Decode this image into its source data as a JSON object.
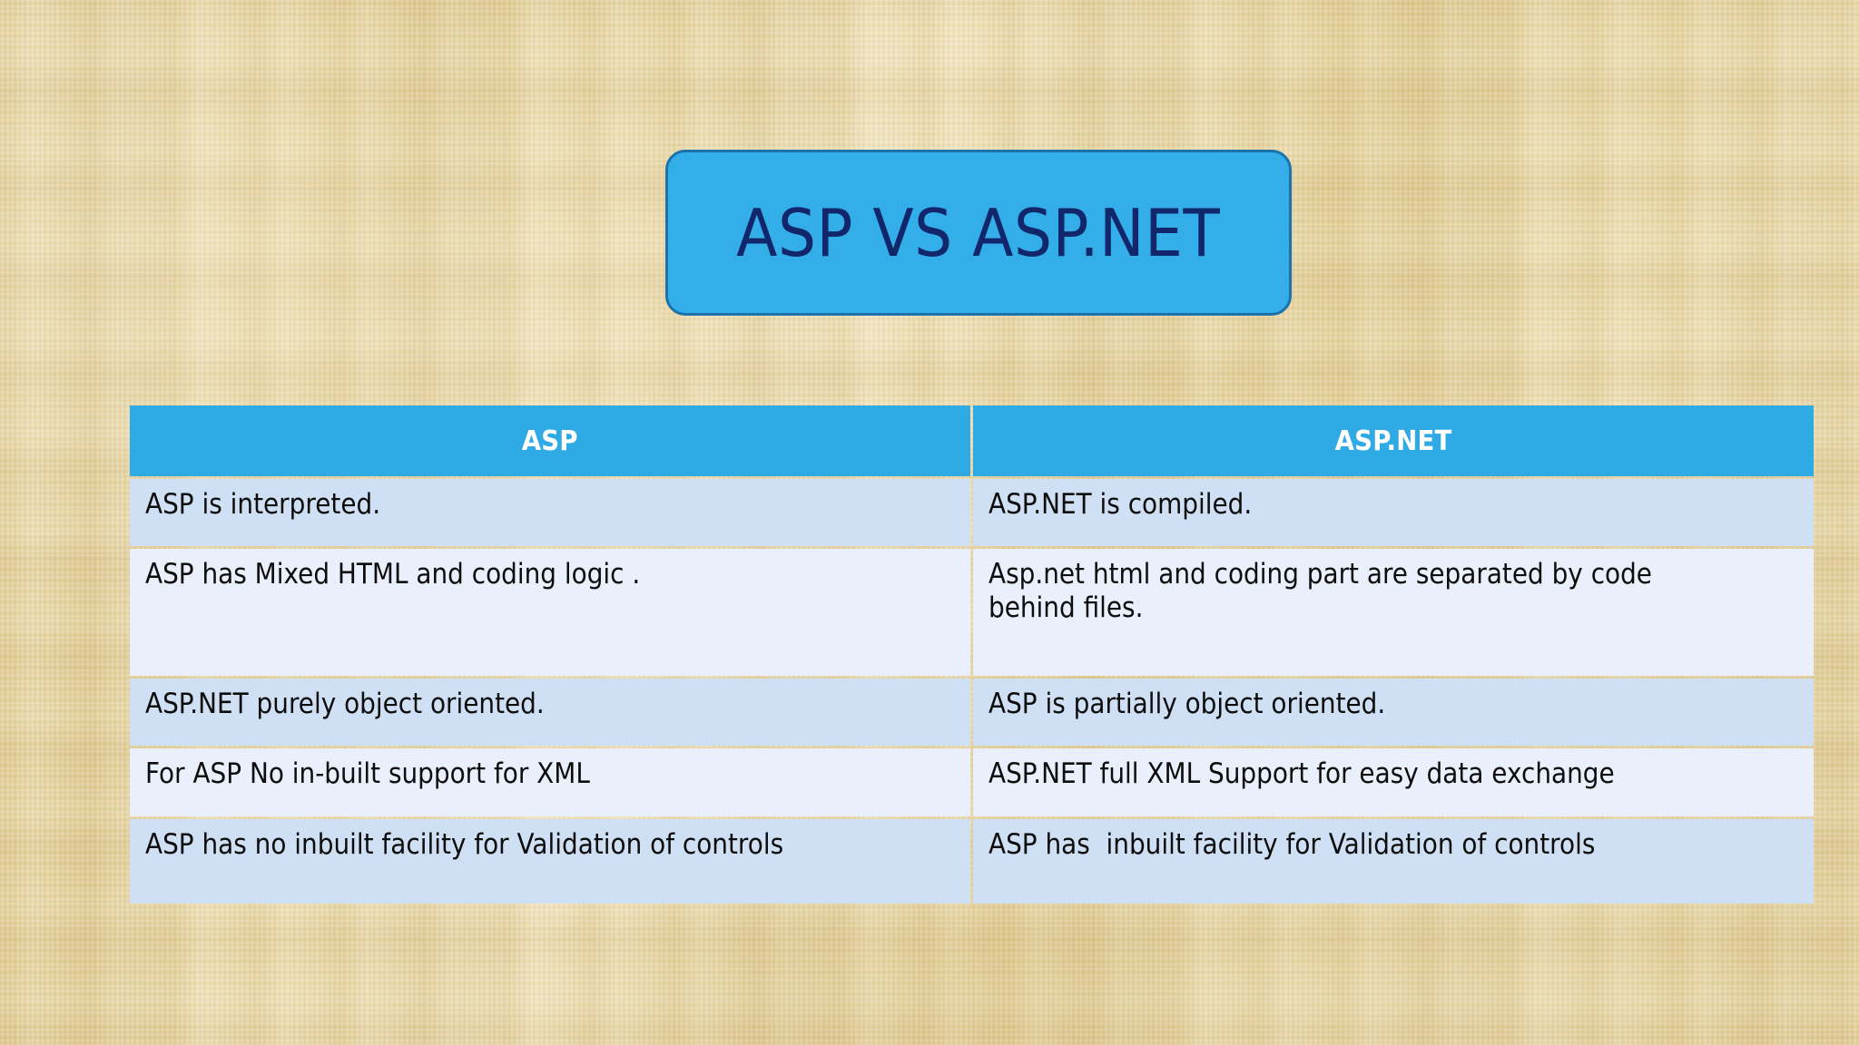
{
  "slide": {
    "background_color": "#e9d7a6",
    "background_texture": "woven-linen-tan"
  },
  "title": {
    "text": "ASP VS ASP.NET",
    "box_fill": "#33aee8",
    "box_border": "#1c73ab",
    "text_color": "#12276b"
  },
  "table": {
    "header_fill": "#2faae4",
    "header_text_color": "#ffffff",
    "row_fill_odd": "#cfe0f4",
    "row_fill_even": "#e9f0fb",
    "cell_text_color": "#0d0d0d",
    "headers": [
      "ASP",
      "ASP.NET"
    ],
    "rows": [
      {
        "asp": "ASP is interpreted.",
        "aspnet": "ASP.NET is compiled."
      },
      {
        "asp": "ASP has Mixed HTML and coding logic .",
        "aspnet": "Asp.net html and coding part are separated by code behind files."
      },
      {
        "asp": "ASP.NET purely object oriented.",
        "aspnet": "ASP is partially object oriented."
      },
      {
        "asp": "For ASP No in-built support for XML",
        "aspnet": "ASP.NET full XML Support for easy data exchange"
      },
      {
        "asp": "ASP has no inbuilt facility for Validation of controls",
        "aspnet": "ASP has  inbuilt facility for Validation of controls"
      }
    ]
  }
}
